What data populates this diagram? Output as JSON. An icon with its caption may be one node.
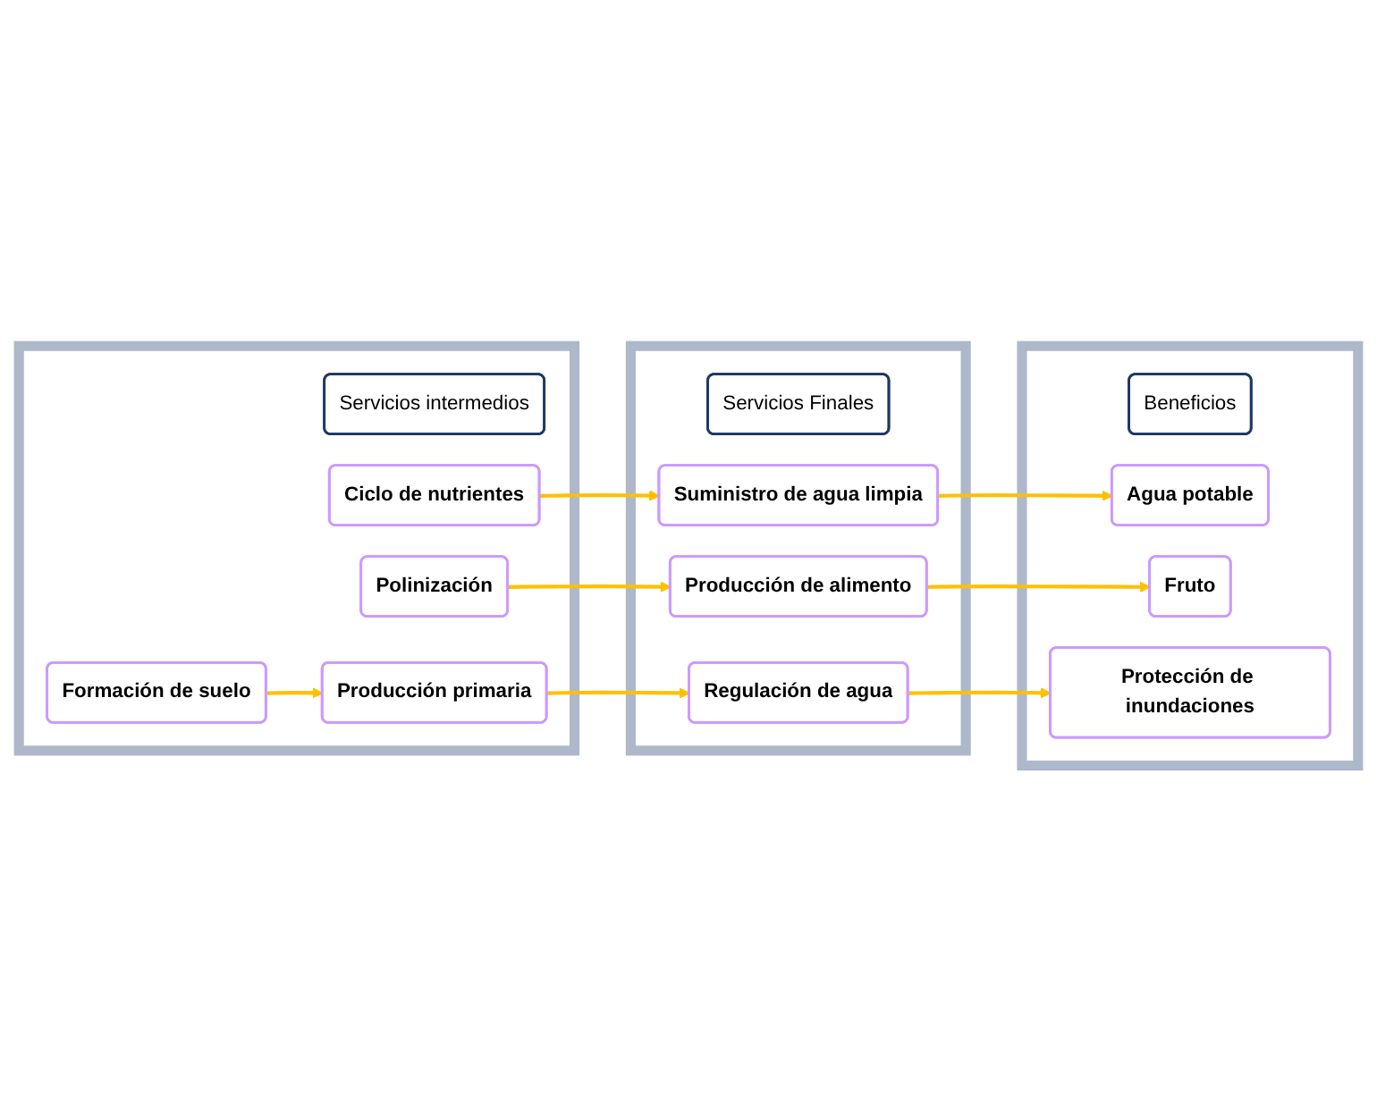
{
  "diagram": {
    "nodes": [
      {
        "text": [],
        "shape": "box"
      },
      {
        "text": [
          "Servicios intermedios"
        ],
        "in": 0
      },
      {
        "text": [
          "Ciclo de nutrientes"
        ],
        "in": 0
      },
      {
        "text": [
          "Polinización"
        ],
        "in": 0
      },
      {
        "text": [
          "Formación de suelo"
        ],
        "in": 0
      },
      {
        "text": [
          "Producción primaria"
        ],
        "in": 0
      },
      {
        "text": [],
        "shape": "box"
      },
      {
        "text": [
          "Servicios Finales"
        ],
        "in": 6
      },
      {
        "text": [
          "Suministro de agua limpia"
        ],
        "in": 6
      },
      {
        "text": [
          "Producción de alimento"
        ],
        "in": 6
      },
      {
        "text": [
          "Regulación de agua"
        ],
        "in": 6
      },
      {
        "text": [],
        "shape": "box"
      },
      {
        "text": [
          "Beneficios"
        ],
        "in": 11
      },
      {
        "text": [
          "Agua potable"
        ],
        "in": 11
      },
      {
        "text": [
          "Fruto"
        ],
        "in": 11
      },
      {
        "text": [
          "Protección de inundaciones"
        ],
        "in": 11
      }
    ],
    "edges": [
      {
        "from": 2,
        "to": 8,
        "arrow": "to"
      },
      {
        "from": 3,
        "to": 9,
        "arrow": "to"
      },
      {
        "from": 4,
        "to": 5,
        "arrow": "to"
      },
      {
        "from": 5,
        "to": 10,
        "arrow": "to"
      },
      {
        "from": 8,
        "to": 13,
        "arrow": "to"
      },
      {
        "from": 9,
        "to": 14,
        "arrow": "to"
      },
      {
        "from": 10,
        "to": 15,
        "arrow": "to"
      }
    ]
  }
}
